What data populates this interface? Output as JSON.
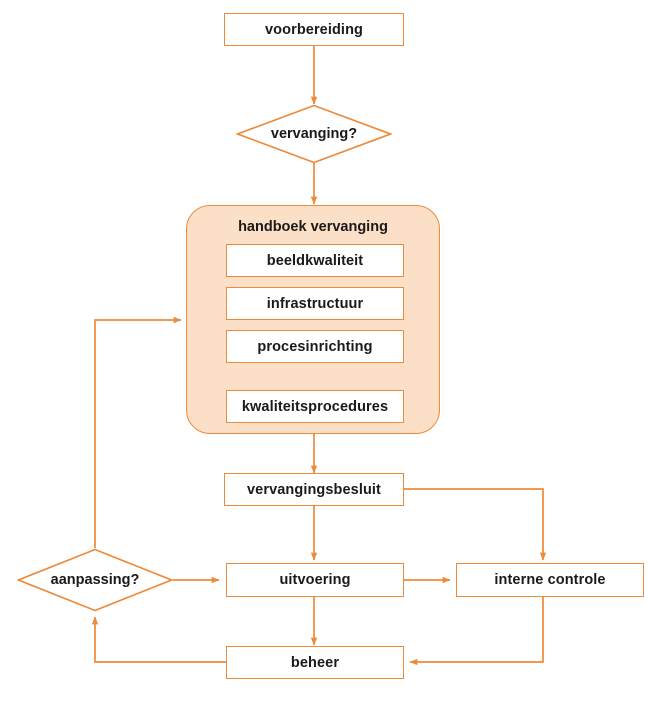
{
  "diagram": {
    "type": "flowchart",
    "title": "vervangingsproces flowchart",
    "colors": {
      "line": "#ED8B3C",
      "panel_fill": "#FBDFC6",
      "node_fill": "#FFFFFF",
      "text": "#1A1A1A"
    },
    "nodes": {
      "voorbereiding": {
        "label": "voorbereiding",
        "shape": "rectangle"
      },
      "vervanging": {
        "label": "vervanging?",
        "shape": "diamond"
      },
      "handboek": {
        "label": "handboek vervanging",
        "shape": "rounded-panel"
      },
      "beeldkwaliteit": {
        "label": "beeldkwaliteit",
        "shape": "rectangle"
      },
      "infrastructuur": {
        "label": "infrastructuur",
        "shape": "rectangle"
      },
      "procesinrichting": {
        "label": "procesinrichting",
        "shape": "rectangle"
      },
      "kwaliteitsprocedures": {
        "label": "kwaliteitsprocedures",
        "shape": "rectangle"
      },
      "vervangingsbesluit": {
        "label": "vervangingsbesluit",
        "shape": "rectangle"
      },
      "aanpassing": {
        "label": "aanpassing?",
        "shape": "diamond"
      },
      "uitvoering": {
        "label": "uitvoering",
        "shape": "rectangle"
      },
      "interne_controle": {
        "label": "interne controle",
        "shape": "rectangle"
      },
      "beheer": {
        "label": "beheer",
        "shape": "rectangle"
      }
    },
    "edges": [
      {
        "from": "voorbereiding",
        "to": "vervanging",
        "label": ""
      },
      {
        "from": "vervanging",
        "to": "handboek",
        "label": ""
      },
      {
        "from": "beeldkwaliteit",
        "to": "infrastructuur",
        "label": ""
      },
      {
        "from": "infrastructuur",
        "to": "procesinrichting",
        "label": ""
      },
      {
        "from": "procesinrichting",
        "to": "kwaliteitsprocedures",
        "label": ""
      },
      {
        "from": "handboek",
        "to": "vervangingsbesluit",
        "label": ""
      },
      {
        "from": "vervangingsbesluit",
        "to": "uitvoering",
        "label": ""
      },
      {
        "from": "vervangingsbesluit",
        "to": "interne_controle",
        "label": ""
      },
      {
        "from": "aanpassing",
        "to": "uitvoering",
        "label": ""
      },
      {
        "from": "uitvoering",
        "to": "interne_controle",
        "label": ""
      },
      {
        "from": "uitvoering",
        "to": "beheer",
        "label": ""
      },
      {
        "from": "interne_controle",
        "to": "beheer",
        "label": ""
      },
      {
        "from": "beheer",
        "to": "aanpassing",
        "label": ""
      },
      {
        "from": "aanpassing",
        "to": "handboek",
        "label": ""
      }
    ]
  }
}
